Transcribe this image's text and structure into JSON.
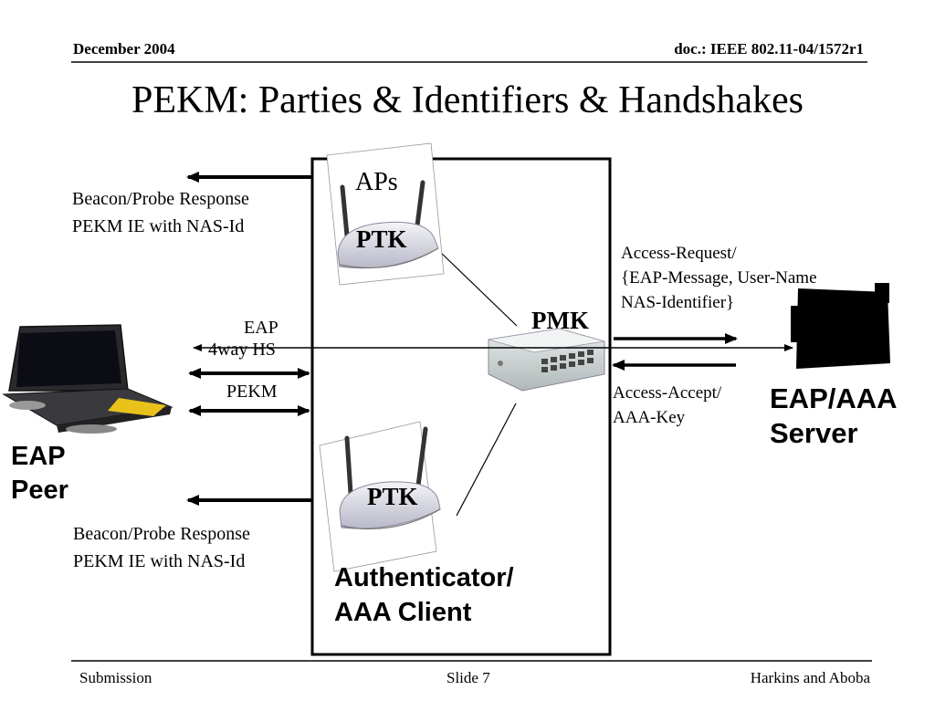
{
  "header": {
    "date": "December 2004",
    "doc_id": "doc.: IEEE 802.11-04/1572r1"
  },
  "title": "PEKM: Parties & Identifiers & Handshakes",
  "diagram": {
    "aps_label": "APs",
    "ptk_label": "PTK",
    "pmk_label": "PMK",
    "beacon_top": [
      "Beacon/Probe Response",
      "PEKM IE with NAS-Id"
    ],
    "beacon_bottom": [
      "Beacon/Probe Response",
      "PEKM IE with NAS-Id"
    ],
    "eap_label": "EAP",
    "fourway_label": "4way HS",
    "pekm_label": "PEKM",
    "access_request": [
      "Access-Request/",
      "{EAP-Message, User-Name",
      "NAS-Identifier}"
    ],
    "access_accept": [
      "Access-Accept/",
      "AAA-Key"
    ],
    "server_label": [
      "EAP/AAA",
      "Server"
    ],
    "peer_label": [
      "EAP",
      "Peer"
    ],
    "authenticator_label": [
      "Authenticator/",
      "AAA Client"
    ]
  },
  "footer": {
    "left": "Submission",
    "center": "Slide 7",
    "right": "Harkins and Aboba"
  }
}
